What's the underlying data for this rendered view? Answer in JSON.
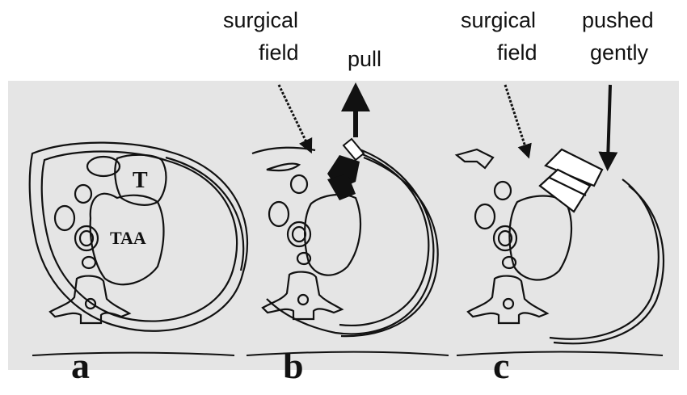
{
  "colors": {
    "background": "#e5e5e5",
    "page": "#ffffff",
    "ink": "#111111"
  },
  "panels": [
    {
      "letter": "a",
      "inner_labels": [
        "T",
        "TAA"
      ]
    },
    {
      "letter": "b",
      "labels": {
        "field_line1": "surgical",
        "field_line2": "field",
        "action": "pull"
      }
    },
    {
      "letter": "c",
      "labels": {
        "field_line1": "surgical",
        "field_line2": "field",
        "action_line1": "pushed",
        "action_line2": "gently"
      }
    }
  ]
}
